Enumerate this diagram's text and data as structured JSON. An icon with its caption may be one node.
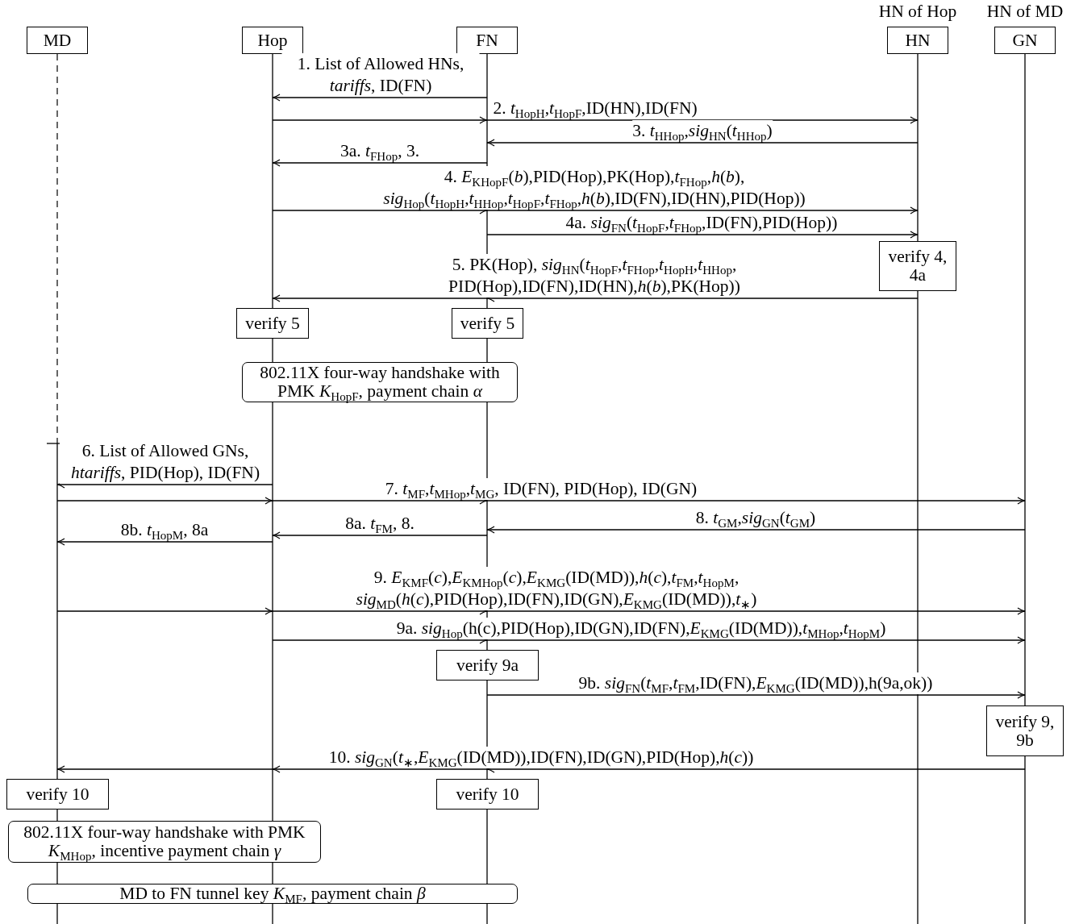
{
  "diagram": {
    "nodes": [
      {
        "text": [
          "MD"
        ]
      },
      {
        "text": [
          "Hop"
        ]
      },
      {
        "text": [
          "FN"
        ]
      },
      {
        "text": [
          "HN"
        ],
        "beside": [
          "HN of Hop"
        ]
      },
      {
        "text": [
          "GN"
        ],
        "beside": [
          "HN of MD"
        ]
      },
      {
        "text": [
          "verify 4, 4a"
        ]
      },
      {
        "text": [
          "verify 5"
        ]
      },
      {
        "text": [
          "verify 5"
        ]
      },
      {
        "text": [
          "802.11X four-way handshake with PMK *K*$_{HopF}$, payment chain *α*"
        ]
      },
      {
        "text": [
          "verify 9a"
        ]
      },
      {
        "text": [
          "verify 9, 9b"
        ]
      },
      {
        "text": [
          "verify 10"
        ]
      },
      {
        "text": [
          "verify 10"
        ]
      },
      {
        "text": [
          "802.11X four-way handshake with PMK *K*$_{MHop}$, incentive payment chain *γ*"
        ]
      },
      {
        "text": [
          "MD to FN tunnel key *K*$_{MF}$, payment chain *β*"
        ]
      }
    ],
    "edges": [
      {
        "from": 2,
        "to": 1,
        "arrow": "to",
        "label": "1. List of Allowed HNs, *tariffs*, ID(FN)"
      },
      {
        "from": 1,
        "to": 2,
        "arrow": "to"
      },
      {
        "from": 2,
        "to": 3,
        "arrow": "to",
        "label": "2. *t*$_{HopH}$,*t*$_{HopF}$,ID(HN),ID(FN)"
      },
      {
        "from": 3,
        "to": 2,
        "arrow": "to",
        "label": "3. *t*$_{HHop}$,*sig*$_{HN}$(*t*$_{HHop}$)"
      },
      {
        "from": 2,
        "to": 1,
        "arrow": "to",
        "label": "3a. *t*$_{FHop}$, 3."
      },
      {
        "from": 1,
        "to": 2,
        "arrow": "to"
      },
      {
        "from": 2,
        "to": 3,
        "arrow": "to",
        "label": "4. *E*$_{K}$$_{HopF}$(*b*),PID(Hop),PK(Hop),*t*$_{FHop}$,*h*(*b*), *sig*$_{Hop}$(*t*$_{HopH}$,*t*$_{HHop}$,*t*$_{HopF}$,*t*$_{FHop}$,*h*(*b*),ID(FN),ID(HN),PID(Hop))"
      },
      {
        "from": 2,
        "to": 3,
        "arrow": "to",
        "label": "4a. *sig*$_{FN}$(*t*$_{HopF}$,*t*$_{FHop}$,ID(FN),PID(Hop))"
      },
      {
        "from": 3,
        "to": 2,
        "arrow": "to",
        "label": "5. PK(Hop), *sig*$_{HN}$(*t*$_{HopF}$,*t*$_{FHop}$,*t*$_{HopH}$,*t*$_{HHop}$, PID(Hop),ID(FN),ID(HN),*h*(*b*),PK(Hop))"
      },
      {
        "from": 2,
        "to": 1,
        "arrow": "to"
      },
      {
        "from": 1,
        "to": 0,
        "arrow": "to",
        "label": "6. List of Allowed GNs, *htariffs*, PID(Hop), ID(FN)"
      },
      {
        "from": 0,
        "to": 1,
        "arrow": "to"
      },
      {
        "from": 1,
        "to": 2,
        "arrow": "to"
      },
      {
        "from": 2,
        "to": 4,
        "arrow": "to",
        "label": "7. *t*$_{MF}$,*t*$_{MHop}$,*t*$_{MG}$, ID(FN), PID(Hop), ID(GN)"
      },
      {
        "from": 4,
        "to": 2,
        "arrow": "to",
        "label": "8. *t*$_{GM}$,*sig*$_{GN}$(*t*$_{GM}$)"
      },
      {
        "from": 2,
        "to": 1,
        "arrow": "to",
        "label": "8a. *t*$_{FM}$, 8."
      },
      {
        "from": 1,
        "to": 0,
        "arrow": "to",
        "label": "8b. *t*$_{HopM}$, 8a"
      },
      {
        "from": 0,
        "to": 1,
        "arrow": "to"
      },
      {
        "from": 1,
        "to": 2,
        "arrow": "to"
      },
      {
        "from": 2,
        "to": 4,
        "arrow": "to",
        "label": "9. *E*$_{K}$$_{MF}$(*c*),*E*$_{K}$$_{MHop}$(*c*),*E*$_{K}$$_{MG}$(ID(MD)),*h*(*c*),*t*$_{FM}$,*t*$_{HopM}$, *sig*$_{MD}$(*h*(*c*),PID(Hop),ID(FN),ID(GN),*E*$_{K}$$_{MG}$(ID(MD)),*t*$_{∗}$)"
      },
      {
        "from": 1,
        "to": 2,
        "arrow": "to"
      },
      {
        "from": 2,
        "to": 4,
        "arrow": "to",
        "label": "9a. *sig*$_{Hop}$(h(c),PID(Hop),ID(GN),ID(FN),*E*$_{K}$$_{MG}$(ID(MD)),*t*$_{MHop}$,*t*$_{HopM}$)"
      },
      {
        "from": 2,
        "to": 4,
        "arrow": "to",
        "label": "9b. *sig*$_{FN}$(*t*$_{MF}$,*t*$_{FM}$,ID(FN),*E*$_{K}$$_{MG}$(ID(MD)),h(9a,ok))"
      },
      {
        "from": 4,
        "to": 2,
        "arrow": "to",
        "label": "10. *sig*$_{GN}$(*t*$_{∗}$,*E*$_{K}$$_{MG}$(ID(MD)),ID(FN),ID(GN),PID(Hop),*h*(*c*))"
      },
      {
        "from": 2,
        "to": 1,
        "arrow": "to"
      },
      {
        "from": 1,
        "to": 0,
        "arrow": "to"
      }
    ]
  }
}
